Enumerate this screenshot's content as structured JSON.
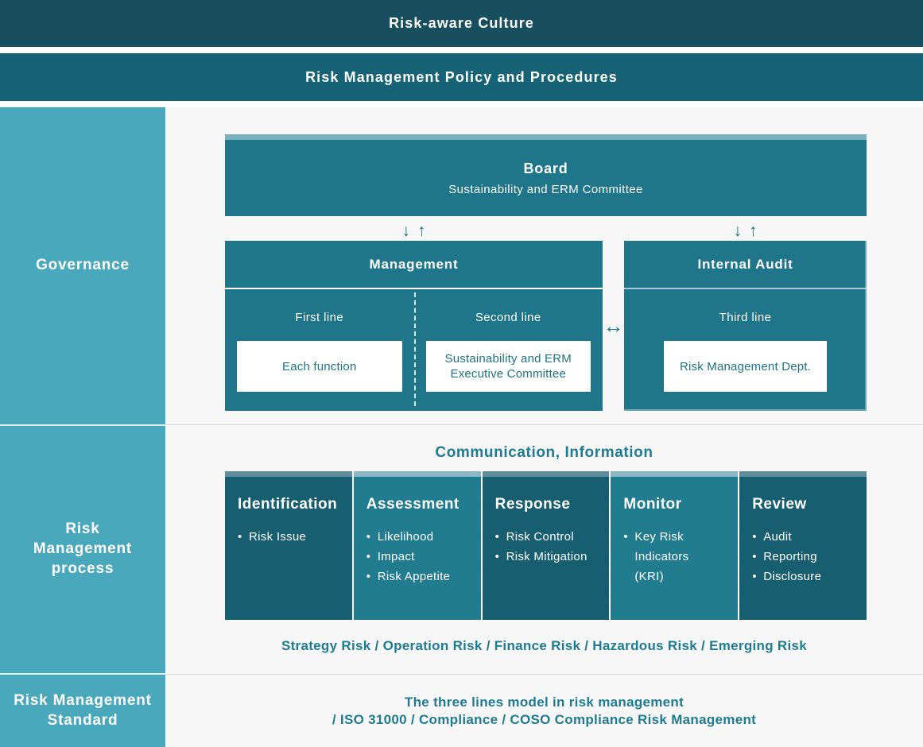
{
  "banners": {
    "risk_aware_culture": "Risk-aware Culture",
    "policy_procedures": "Risk Management Policy and Procedures"
  },
  "sidebar": {
    "sections": [
      {
        "label": "Governance"
      },
      {
        "label": "Risk Management process"
      },
      {
        "label": "Risk Management Standard"
      }
    ]
  },
  "governance": {
    "board": {
      "title": "Board",
      "subtitle": "Sustainability and ERM Committee"
    },
    "management": {
      "title": "Management",
      "first_line": {
        "label": "First line",
        "box": "Each function"
      },
      "second_line": {
        "label": "Second line",
        "box": "Sustainability and ERM Executive Committee"
      }
    },
    "internal_audit": {
      "title": "Internal Audit",
      "label": "Third line",
      "box": "Risk Management Dept."
    }
  },
  "glyphs": {
    "arrow_down": "↓",
    "arrow_up": "↑",
    "arrow_left_right": "↔"
  },
  "process": {
    "communication_label": "Communication, Information",
    "steps": [
      {
        "title": "Identification",
        "items": [
          "Risk Issue"
        ]
      },
      {
        "title": "Assessment",
        "items": [
          "Likelihood",
          "Impact",
          "Risk Appetite"
        ]
      },
      {
        "title": "Response",
        "items": [
          "Risk Control",
          "Risk Mitigation"
        ]
      },
      {
        "title": "Monitor",
        "items": [
          "Key Risk Indicators (KRI)"
        ]
      },
      {
        "title": "Review",
        "items": [
          "Audit",
          "Reporting",
          "Disclosure"
        ]
      }
    ],
    "risk_types_label": "Strategy Risk / Operation Risk / Finance Risk / Hazardous Risk / Emerging Risk"
  },
  "standard": {
    "line1": "The three lines model in risk management",
    "line2": "/ ISO 31000 / Compliance / COSO Compliance Risk Management"
  },
  "colors": {
    "banner_dark": "#174f5f",
    "banner_mid": "#156375",
    "sidebar": "#4aa8bc",
    "panel_teal": "#1f7589",
    "process_dark": "#175e70",
    "process_light": "#217c90",
    "strip_board": "#7db0bd",
    "strip_dark": "#5e8e9d",
    "strip_light": "#8ab8c4",
    "teal_text": "#1e7b92",
    "page_background": "#f7f7f7"
  }
}
